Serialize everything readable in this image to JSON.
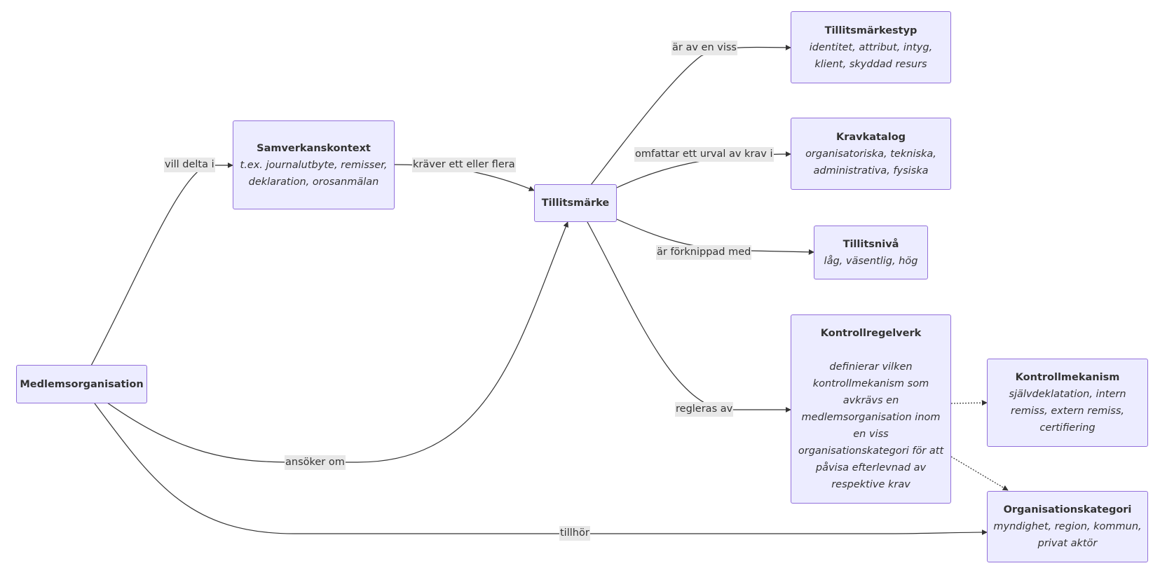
{
  "nodes": {
    "medlemsorganisation": {
      "title": "Medlemsorganisation"
    },
    "samverkanskontext": {
      "title": "Samverkanskontext",
      "desc": "t.ex. journalutbyte, remisser, deklaration, orosanmälan"
    },
    "tillitsmarke": {
      "title": "Tillitsmärke"
    },
    "tillitsmarkestyp": {
      "title": "Tillitsmärkestyp",
      "desc": "identitet, attribut, intyg, klient, skyddad resurs"
    },
    "kravkatalog": {
      "title": "Kravkatalog",
      "desc": "organisatoriska, tekniska, administrativa, fysiska"
    },
    "tillitsniva": {
      "title": "Tillitsnivå",
      "desc": "låg, väsentlig, hög"
    },
    "kontrollregelverk": {
      "title": "Kontrollregelverk",
      "desc": "definierar vilken kontrollmekanism som avkrävs en medlemsorganisation inom en viss organisationskategori för att påvisa efterlevnad av respektive krav"
    },
    "kontrollmekanism": {
      "title": "Kontrollmekanism",
      "desc": "självdeklatation, intern remiss, extern remiss, certifiering"
    },
    "organisationskategori": {
      "title": "Organisationskategori",
      "desc": "myndighet, region, kommun, privat aktör"
    }
  },
  "edges": {
    "vill_delta_i": "vill delta i",
    "kraver_ett_eller_flera": "kräver ett eller flera",
    "ar_av_en_viss": "är av en viss",
    "omfattar_ett_urval_av_krav_i": "omfattar ett urval av krav i",
    "ar_forknippad_med": "är förknippad med",
    "regleras_av": "regleras av",
    "ansoker_om": "ansöker om",
    "tillhor": "tillhör"
  },
  "colors": {
    "node_fill": "#ececff",
    "node_border": "#9370db",
    "edge_stroke": "#333333",
    "label_background": "#e8e8e8"
  }
}
